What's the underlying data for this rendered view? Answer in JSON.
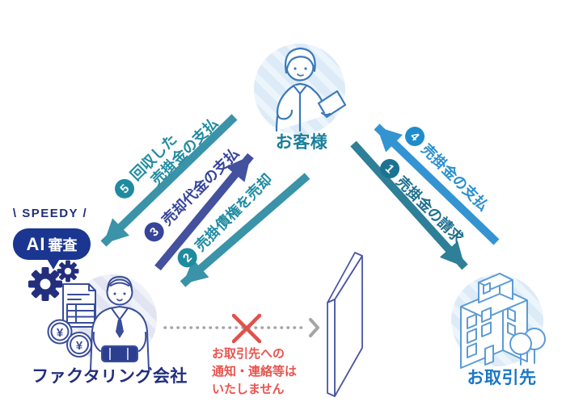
{
  "actors": {
    "customer": "お客様",
    "factoring": "ファクタリング会社",
    "partner": "お取引先"
  },
  "speedy": {
    "banner": "\\ SPEEDY /",
    "badge_ai": "AI",
    "badge_rest": "審査"
  },
  "arrows": {
    "a1": {
      "num": "1",
      "label": "売掛金の請求",
      "color": "#2e7f98",
      "direction": "customer→partner"
    },
    "a2": {
      "num": "2",
      "label": "売掛債権を売却",
      "color": "#3a93a8",
      "direction": "customer→factoring"
    },
    "a3": {
      "num": "3",
      "label": "売却代金の支払",
      "color": "#43519f",
      "direction": "factoring→customer"
    },
    "a4": {
      "num": "4",
      "label": "売掛金の支払",
      "color": "#3494d2",
      "direction": "partner→customer"
    },
    "a5": {
      "num": "5",
      "line1": "回収した",
      "line2": "売掛金の支払",
      "color": "#3a93a8",
      "direction": "customer→factoring"
    }
  },
  "note": {
    "line1": "お取引先への",
    "line2": "通知・連絡等は",
    "line3": "いたしません",
    "color": "#e8534e"
  },
  "symbols": {
    "yen": "¥"
  },
  "colors": {
    "navy": "#232e7d",
    "bubble_navy": "#1a3691",
    "teal_text": "#1f8ba1",
    "dark_teal_text": "#1f6f8d",
    "blue_text": "#2a90cf",
    "indigo_text": "#36449a",
    "customer_label": "#1a7f9b",
    "partner_label": "#1b77c5",
    "note_red": "#e8534e",
    "dotted_gray": "#a5a5a5",
    "illustration_blue": "#3b79b8",
    "illustration_navy": "#3a4d9a",
    "building_blue": "#5b9bd8",
    "wall_indigo": "#4a55a5",
    "circle_bg_blue": "#dcebf7",
    "circle_bg_lavender": "#e2e5f1"
  }
}
